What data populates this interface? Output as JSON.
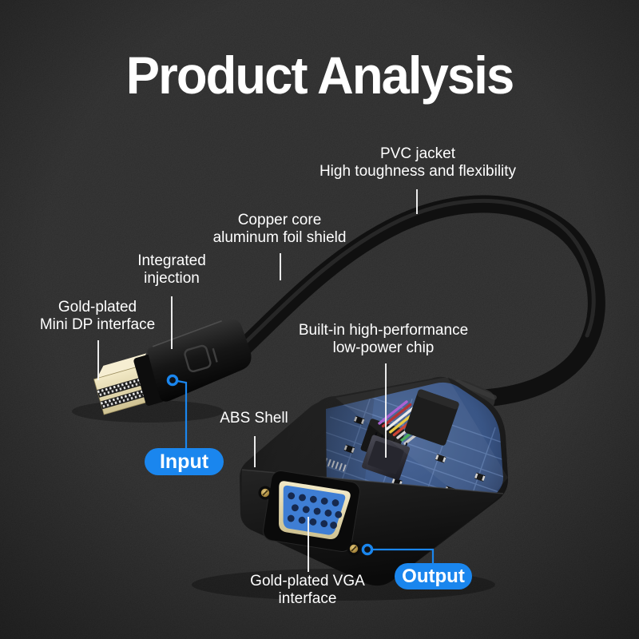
{
  "title": "Product Analysis",
  "callouts": {
    "pvc": {
      "line1": "PVC jacket",
      "line2": "High toughness and flexibility"
    },
    "copper": {
      "line1": "Copper core",
      "line2": "aluminum foil shield"
    },
    "injection": {
      "line1": "Integrated",
      "line2": "injection"
    },
    "mini_dp": {
      "line1": "Gold-plated",
      "line2": "Mini DP interface"
    },
    "chip": {
      "line1": "Built-in high-performance",
      "line2": "low-power chip"
    },
    "abs": {
      "line1": "ABS Shell",
      "line2": ""
    },
    "vga": {
      "line1": "Gold-plated VGA",
      "line2": "interface"
    }
  },
  "badges": {
    "input": "Input",
    "output": "Output"
  },
  "colors": {
    "background": "#242424",
    "text": "#ffffff",
    "accent_blue": "#1a86ee",
    "pcb_blue": "#40639f",
    "vga_blue": "#3f7ed4",
    "gold": "#e6dcae"
  }
}
